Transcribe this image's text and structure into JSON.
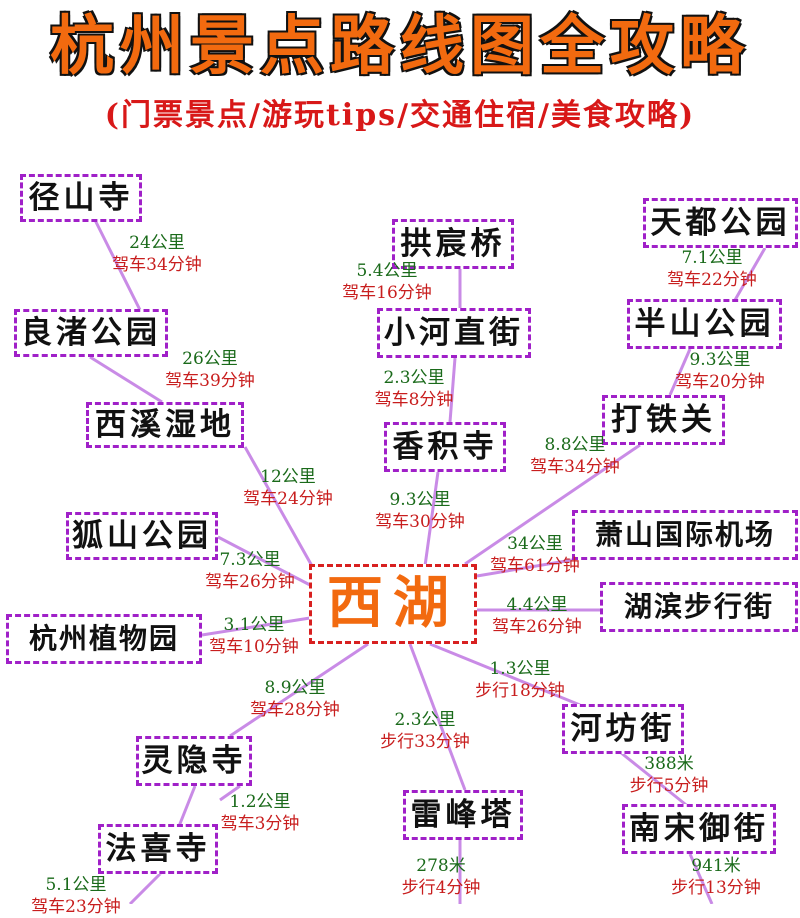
{
  "title": "杭州景点路线图全攻略",
  "subtitle": "(门票景点/游玩tips/交通住宿/美食攻略)",
  "colors": {
    "title": "#f26a0f",
    "title_outline": "#111111",
    "subtitle": "#d81818",
    "node_border": "#a020c8",
    "center_border": "#d82020",
    "center_text": "#f26a0f",
    "line": "#c98be6",
    "distance": "#1a6a1a",
    "time": "#c81e1e"
  },
  "center": {
    "label": "西湖"
  },
  "nodes": [
    {
      "id": "jingshan",
      "label": "径山寺"
    },
    {
      "id": "liangzhu",
      "label": "良渚公园"
    },
    {
      "id": "xixi",
      "label": "西溪湿地"
    },
    {
      "id": "gushan",
      "label": "狐山公园"
    },
    {
      "id": "zhiwuyuan",
      "label": "杭州植物园"
    },
    {
      "id": "lingyin",
      "label": "灵隐寺"
    },
    {
      "id": "faxi",
      "label": "法喜寺"
    },
    {
      "id": "gongchen",
      "label": "拱宸桥"
    },
    {
      "id": "xiaohe",
      "label": "小河直街"
    },
    {
      "id": "xiangji",
      "label": "香积寺"
    },
    {
      "id": "tiandu",
      "label": "天都公园"
    },
    {
      "id": "banshan",
      "label": "半山公园"
    },
    {
      "id": "datieguan",
      "label": "打铁关"
    },
    {
      "id": "xiaoshan",
      "label": "萧山国际机场"
    },
    {
      "id": "hubin",
      "label": "湖滨步行街"
    },
    {
      "id": "hefang",
      "label": "河坊街"
    },
    {
      "id": "leifeng",
      "label": "雷峰塔"
    },
    {
      "id": "nansong",
      "label": "南宋御街"
    }
  ],
  "routes": [
    {
      "id": "jingshan-liangzhu",
      "distance": "24公里",
      "time": "驾车34分钟"
    },
    {
      "id": "liangzhu-xixi",
      "distance": "26公里",
      "time": "驾车39分钟"
    },
    {
      "id": "xixi-xihu",
      "distance": "12公里",
      "time": "驾车24分钟"
    },
    {
      "id": "gushan-xihu",
      "distance": "7.3公里",
      "time": "驾车26分钟"
    },
    {
      "id": "zhiwuyuan-xihu",
      "distance": "3.1公里",
      "time": "驾车10分钟"
    },
    {
      "id": "lingyin-xihu",
      "distance": "8.9公里",
      "time": "驾车28分钟"
    },
    {
      "id": "faxi-lingyin",
      "distance": "1.2公里",
      "time": "驾车3分钟"
    },
    {
      "id": "faxi-next",
      "distance": "5.1公里",
      "time": "驾车23分钟"
    },
    {
      "id": "gongchen-xiaohe",
      "distance": "5.4公里",
      "time": "驾车16分钟"
    },
    {
      "id": "xiaohe-xiangji",
      "distance": "2.3公里",
      "time": "驾车8分钟"
    },
    {
      "id": "xiangji-xihu",
      "distance": "9.3公里",
      "time": "驾车30分钟"
    },
    {
      "id": "tiandu-banshan",
      "distance": "7.1公里",
      "time": "驾车22分钟"
    },
    {
      "id": "banshan-datieguan",
      "distance": "9.3公里",
      "time": "驾车20分钟"
    },
    {
      "id": "datieguan-xihu",
      "distance": "8.8公里",
      "time": "驾车34分钟"
    },
    {
      "id": "xiaoshan-xihu",
      "distance": "34公里",
      "time": "驾车61分钟"
    },
    {
      "id": "hubin-xihu",
      "distance": "4.4公里",
      "time": "驾车26分钟"
    },
    {
      "id": "xihu-hefang",
      "distance": "1.3公里",
      "time": "步行18分钟"
    },
    {
      "id": "xihu-leifeng",
      "distance": "2.3公里",
      "time": "步行33分钟"
    },
    {
      "id": "hefang-nansong",
      "distance": "388米",
      "time": "步行5分钟"
    },
    {
      "id": "leifeng-next",
      "distance": "278米",
      "time": "步行4分钟"
    },
    {
      "id": "nansong-next",
      "distance": "941米",
      "time": "步行13分钟"
    }
  ]
}
